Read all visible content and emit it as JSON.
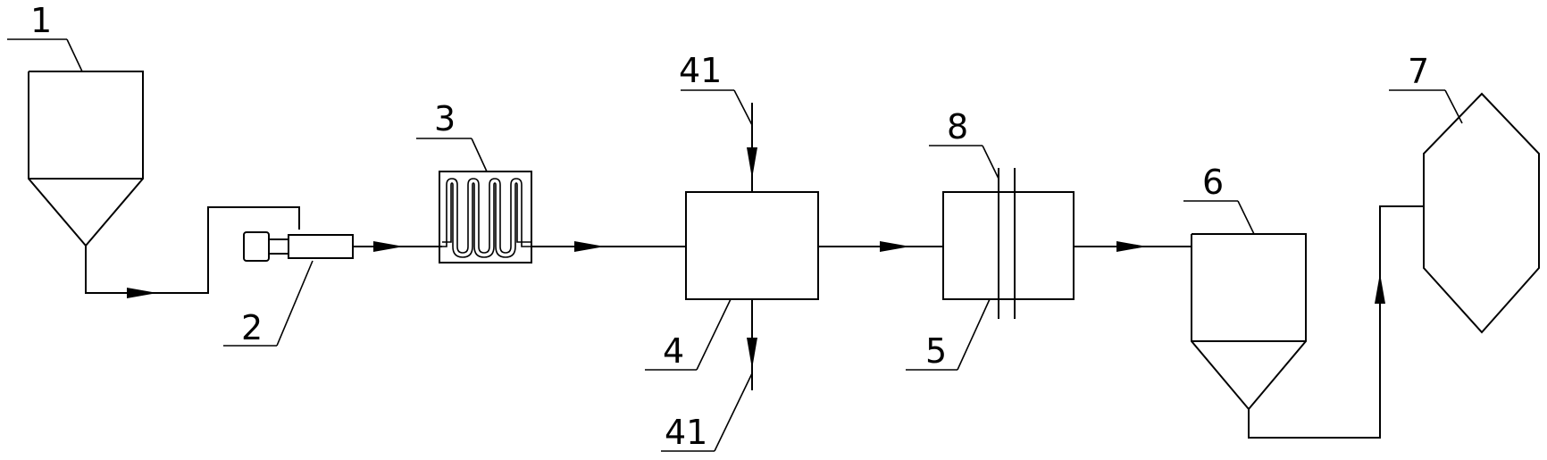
{
  "labels": {
    "l1": "1",
    "l2": "2",
    "l3": "3",
    "l4": "4",
    "l41_top": "41",
    "l41_bottom": "41",
    "l5": "5",
    "l6": "6",
    "l7": "7",
    "l8": "8"
  },
  "colors": {
    "line": "#000000",
    "background": "#ffffff"
  }
}
